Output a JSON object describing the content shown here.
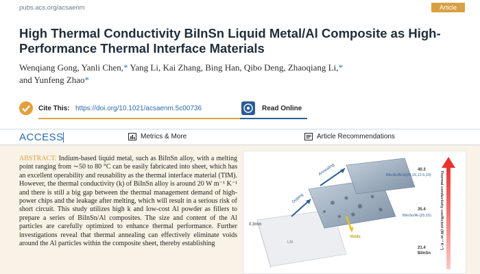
{
  "header": {
    "url": "pubs.acs.org/acsaenm",
    "article_type": "Article"
  },
  "title": "High Thermal Conductivity BiInSn Liquid Metal/Al Composite as High-Performance Thermal Interface Materials",
  "authors": {
    "line1": "Wenqiang Gong, Yanli Chen,",
    "line1b": " Yang Li, Kai Zhang, Bing Han, Qibo Deng, Zhaoqiang Li,",
    "line2": "and Yunfeng Zhao",
    "star": "*"
  },
  "cite": {
    "label": "Cite This:",
    "doi": "https://doi.org/10.1021/acsaenm.5c00736"
  },
  "read_online": {
    "label": "Read Online"
  },
  "access_bar": {
    "access": "ACCESS",
    "metrics": "Metrics & More",
    "recommendations": "Article Recommendations"
  },
  "abstract": {
    "heading": "ABSTRACT:",
    "text": " Indium-based liquid metal, such as BiInSn alloy, with a melting point ranging from ∼50 to 80 °C can be easily fabricated into sheet, which has an excellent operability and reusability as the thermal interface material (TIM). However, the thermal conductivity (k) of BiInSn alloy is around 20 W m⁻¹ K⁻¹ and there is still a big gap between the thermal management demand of high-power chips and the leakage after melting, which will result in a serious risk of short circuit. This study utilizes high k and low-cost Al powder as fillers to prepare a series of BiInSn/Al composites. The size and content of the Al particles are carefully optimized to enhance thermal performance. Further investigations reveal that thermal annealing can effectively eliminate voids around the Al particles within the composite sheet, thereby establishing"
  },
  "figure": {
    "arrow_label": "Thermal conductivity coefficient (W m⁻¹ K⁻¹)",
    "annealing": "Annealing",
    "doping": "Doping",
    "voids": "Voids",
    "thickness": "0.3mm",
    "lm": "LM",
    "v1": "40.3",
    "l1": "BiInSn/Al-H(25,15,12.5,10)",
    "v2": "35.4",
    "l2": "BiInSn/Al-(25,15)",
    "v3": "21.4",
    "l3": "BiInSn",
    "colors": {
      "arrow": "#e8332f",
      "label_blue": "#2a5d95",
      "accent": "#d9a043"
    }
  }
}
